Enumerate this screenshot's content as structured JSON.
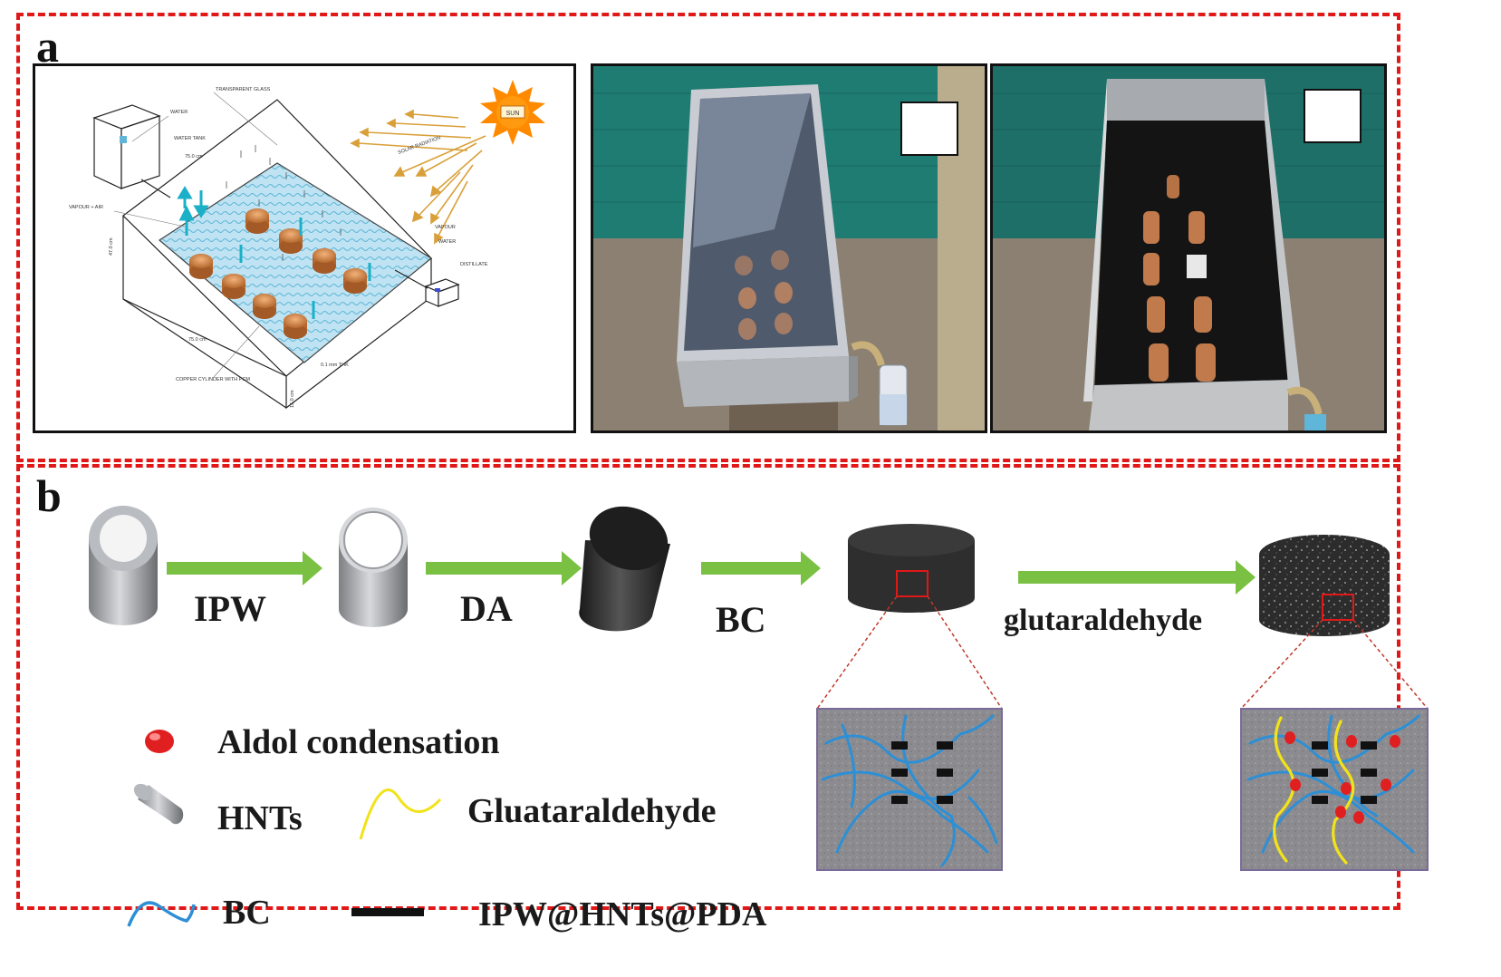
{
  "panel_a": {
    "letter": "a",
    "schematic": {
      "sun_label": "SUN",
      "labels": {
        "glass": "TRANSPARENT GLASS",
        "water": "WATER",
        "water_tank": "WATER TANK",
        "vapour_air": "VAPOUR + AIR",
        "vapour": "VAPOUR",
        "water_right": "WATER",
        "distillate": "DISTILLATE",
        "copper": "COPPER CYLINDER WITH PCM",
        "thickness": "0.1 mm THK",
        "solar": "SOLAR RADIATION",
        "dim_top": "75.0 cm",
        "dim_bottom": "75.0 cm",
        "dim_side": "47.0 cm",
        "dim_low": "15.0 cm"
      }
    }
  },
  "panel_b": {
    "letter": "b",
    "steps": [
      "IPW",
      "DA",
      "BC",
      "glutaraldehyde"
    ],
    "legend": {
      "aldol": "Aldol condensation",
      "hnts": "HNTs",
      "glut": "Gluataraldehyde",
      "bc": "BC",
      "ipw": "IPW@HNTs@PDA"
    }
  },
  "colors": {
    "frame": "#e01818",
    "arrow": "#7ac143",
    "bc_fiber": "#2d8fd5",
    "glut_fiber": "#f2e21a",
    "aldol_dot": "#e02020",
    "solar_arrow": "#d9a03a",
    "sun": "#ff8a00"
  }
}
